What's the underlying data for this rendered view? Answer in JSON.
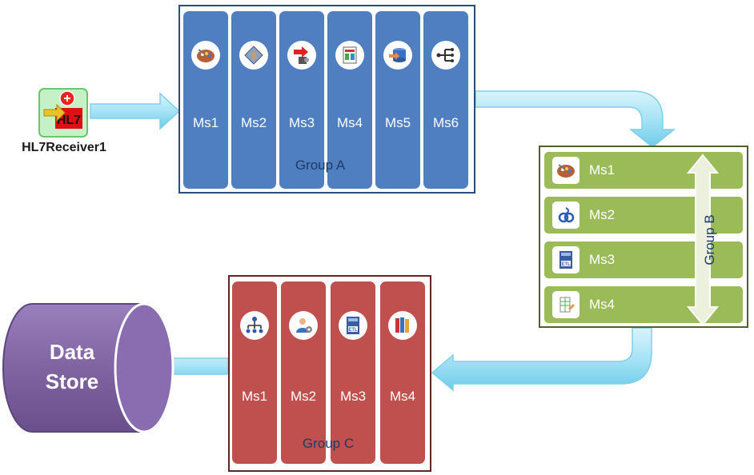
{
  "receiver": {
    "label": "HL7Receiver1",
    "icon": "hl7-receiver-icon"
  },
  "group_a": {
    "label": "Group A",
    "color": "#4f7fc0",
    "items": [
      {
        "label": "Ms1",
        "icon": "palette-icon"
      },
      {
        "label": "Ms2",
        "icon": "filter-diamond-icon"
      },
      {
        "label": "Ms3",
        "icon": "transform-arrow-icon"
      },
      {
        "label": "Ms4",
        "icon": "document-map-icon"
      },
      {
        "label": "Ms5",
        "icon": "database-arrow-icon"
      },
      {
        "label": "Ms6",
        "icon": "flow-tree-icon"
      }
    ]
  },
  "group_b": {
    "label": "Group B",
    "color": "#9bbb59",
    "items": [
      {
        "label": "Ms1",
        "icon": "palette-icon"
      },
      {
        "label": "Ms2",
        "icon": "script-link-icon"
      },
      {
        "label": "Ms3",
        "icon": "etl-icon"
      },
      {
        "label": "Ms4",
        "icon": "table-edit-icon"
      }
    ]
  },
  "group_c": {
    "label": "Group C",
    "color": "#c0504d",
    "items": [
      {
        "label": "Ms1",
        "icon": "hierarchy-icon"
      },
      {
        "label": "Ms2",
        "icon": "user-gear-icon"
      },
      {
        "label": "Ms3",
        "icon": "etl-icon"
      },
      {
        "label": "Ms4",
        "icon": "books-icon"
      }
    ]
  },
  "data_store": {
    "line1": "Data",
    "line2": "Store",
    "color": "#8064a2"
  }
}
